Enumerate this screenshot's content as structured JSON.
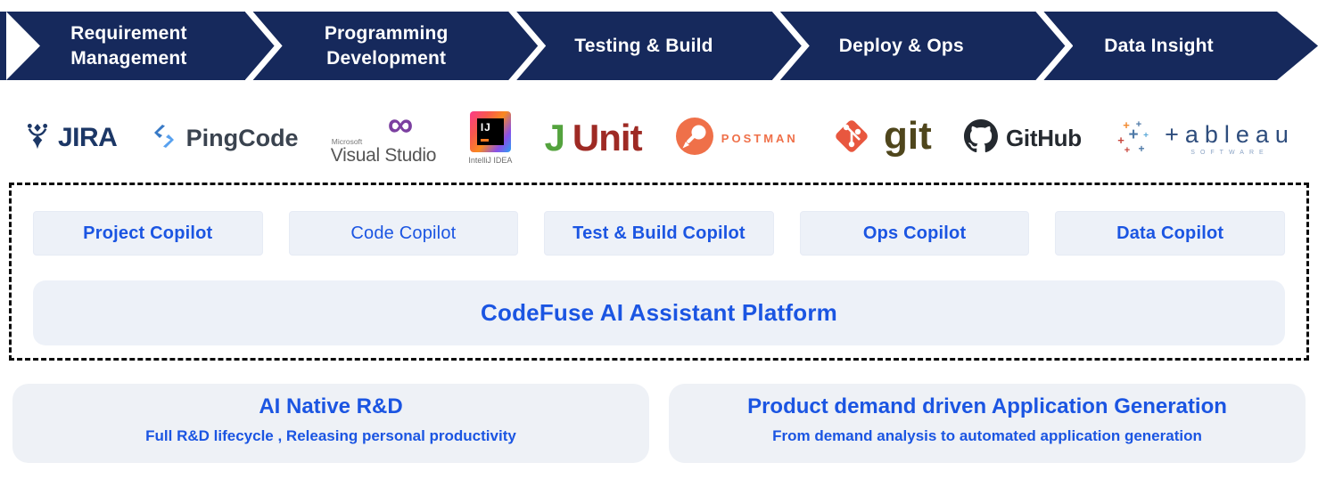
{
  "banner": {
    "stages": [
      {
        "label": "Requirement\nManagement"
      },
      {
        "label": "Programming\nDevelopment"
      },
      {
        "label": "Testing & Build"
      },
      {
        "label": "Deploy & Ops"
      },
      {
        "label": "Data Insight"
      }
    ]
  },
  "tools": {
    "jira": {
      "name": "JIRA"
    },
    "pingcode": {
      "name": "PingCode"
    },
    "visual_studio": {
      "brand": "Microsoft",
      "name": "Visual Studio",
      "infinity": "∞"
    },
    "intellij": {
      "badge": "IJ",
      "name": "IntelliJ IDEA"
    },
    "junit": {
      "j": "J",
      "unit": "Unit"
    },
    "postman": {
      "name": "POSTMAN"
    },
    "git": {
      "name": "git"
    },
    "github": {
      "name": "GitHub"
    },
    "tableau": {
      "name": "+ableau",
      "sub": "SOFTWARE"
    }
  },
  "copilots": [
    "Project Copilot",
    "Code Copilot",
    "Test & Build Copilot",
    "Ops Copilot",
    "Data Copilot"
  ],
  "platform": {
    "title": "CodeFuse AI Assistant Platform"
  },
  "outcomes": [
    {
      "title": "AI Native R&D",
      "subtitle": "Full R&D lifecycle , Releasing personal productivity"
    },
    {
      "title": "Product demand driven Application Generation",
      "subtitle": "From demand analysis to automated application generation"
    }
  ],
  "colors": {
    "navy": "#16295c",
    "blue": "#1b55e2",
    "panel_bg": "#edf1f8",
    "card_bg": "#eef1f6",
    "dash_border": "#0c0c0c",
    "postman_orange": "#ef7049",
    "git_red": "#e8573f",
    "junit_green": "#54a33e",
    "junit_red": "#9e2a24"
  }
}
